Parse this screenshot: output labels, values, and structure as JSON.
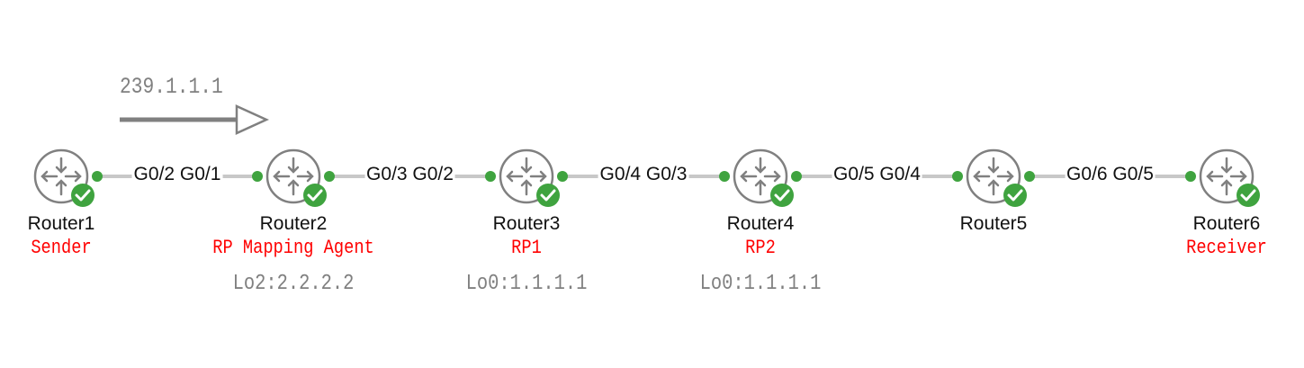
{
  "flow": {
    "group": "239.1.1.1",
    "direction": "right"
  },
  "routers": [
    {
      "name": "Router1",
      "role": "Sender",
      "loopback": "",
      "status": "ok"
    },
    {
      "name": "Router2",
      "role": "RP Mapping Agent",
      "loopback": "Lo2:2.2.2.2",
      "status": "ok"
    },
    {
      "name": "Router3",
      "role": "RP1",
      "loopback": "Lo0:1.1.1.1",
      "status": "ok"
    },
    {
      "name": "Router4",
      "role": "RP2",
      "loopback": "Lo0:1.1.1.1",
      "status": "ok"
    },
    {
      "name": "Router5",
      "role": "",
      "loopback": "",
      "status": "ok"
    },
    {
      "name": "Router6",
      "role": "Receiver",
      "loopback": "",
      "status": "ok"
    }
  ],
  "links": [
    {
      "label": "G0/2 G0/1"
    },
    {
      "label": "G0/3 G0/2"
    },
    {
      "label": "G0/4 G0/3"
    },
    {
      "label": "G0/5 G0/4"
    },
    {
      "label": "G0/6 G0/5"
    }
  ],
  "colors": {
    "link": "#c8c8c8",
    "port": "#3fa33f",
    "icon": "#808080",
    "role": "#ff0000",
    "status_ok": "#3fa33f"
  }
}
